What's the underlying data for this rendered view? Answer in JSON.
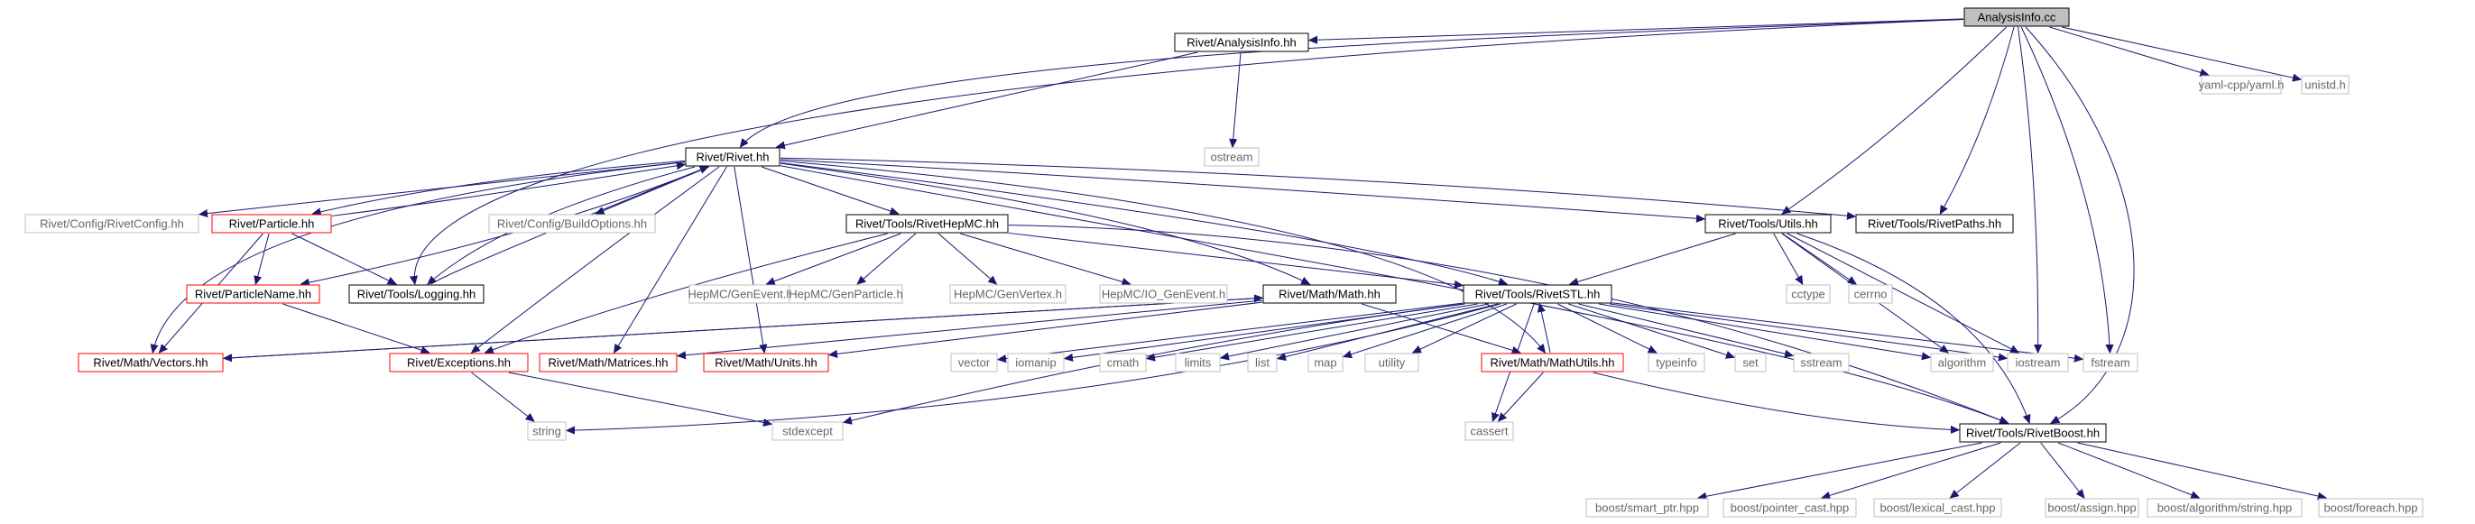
{
  "colors": {
    "edge": "#191970",
    "root_fill": "#bfbfbf",
    "border_documented": "#000000",
    "border_incomplete": "#ff0000",
    "border_external": "#bfbfbf",
    "text_normal": "#000000",
    "text_external": "#666666"
  },
  "nodes": [
    {
      "id": "n0",
      "label": "AnalysisInfo.cc",
      "style": "root"
    },
    {
      "id": "n1",
      "label": "Rivet/AnalysisInfo.hh",
      "style": "documented"
    },
    {
      "id": "n2",
      "label": "Rivet/Rivet.hh",
      "style": "documented"
    },
    {
      "id": "n3",
      "label": "Rivet/Config/RivetConfig.hh",
      "style": "external"
    },
    {
      "id": "n4",
      "label": "Rivet/Config/BuildOptions.hh",
      "style": "external"
    },
    {
      "id": "n5",
      "label": "Rivet/Tools/RivetSTL.hh",
      "style": "documented"
    },
    {
      "id": "n6",
      "label": "string",
      "style": "external"
    },
    {
      "id": "n7",
      "label": "vector",
      "style": "external"
    },
    {
      "id": "n8",
      "label": "set",
      "style": "external"
    },
    {
      "id": "n9",
      "label": "list",
      "style": "external"
    },
    {
      "id": "n10",
      "label": "map",
      "style": "external"
    },
    {
      "id": "n11",
      "label": "utility",
      "style": "external"
    },
    {
      "id": "n12",
      "label": "algorithm",
      "style": "external"
    },
    {
      "id": "n13",
      "label": "stdexcept",
      "style": "external"
    },
    {
      "id": "n14",
      "label": "cassert",
      "style": "external"
    },
    {
      "id": "n15",
      "label": "typeinfo",
      "style": "external"
    },
    {
      "id": "n16",
      "label": "iomanip",
      "style": "external"
    },
    {
      "id": "n17",
      "label": "cmath",
      "style": "external"
    },
    {
      "id": "n18",
      "label": "limits",
      "style": "external"
    },
    {
      "id": "n19",
      "label": "iostream",
      "style": "external"
    },
    {
      "id": "n20",
      "label": "sstream",
      "style": "external"
    },
    {
      "id": "n21",
      "label": "fstream",
      "style": "external"
    },
    {
      "id": "n22",
      "label": "Rivet/Tools/RivetBoost.hh",
      "style": "documented"
    },
    {
      "id": "n23",
      "label": "boost/smart_ptr.hpp",
      "style": "external"
    },
    {
      "id": "n24",
      "label": "boost/pointer_cast.hpp",
      "style": "external"
    },
    {
      "id": "n25",
      "label": "boost/lexical_cast.hpp",
      "style": "external"
    },
    {
      "id": "n26",
      "label": "boost/assign.hpp",
      "style": "external"
    },
    {
      "id": "n27",
      "label": "boost/algorithm/string.hpp",
      "style": "external"
    },
    {
      "id": "n28",
      "label": "boost/foreach.hpp",
      "style": "external"
    },
    {
      "id": "n29",
      "label": "Rivet/Tools/RivetHepMC.hh",
      "style": "documented"
    },
    {
      "id": "n30",
      "label": "HepMC/GenEvent.h",
      "style": "external"
    },
    {
      "id": "n31",
      "label": "HepMC/GenParticle.h",
      "style": "external"
    },
    {
      "id": "n32",
      "label": "HepMC/GenVertex.h",
      "style": "external"
    },
    {
      "id": "n33",
      "label": "HepMC/IO_GenEvent.h",
      "style": "external"
    },
    {
      "id": "n34",
      "label": "Rivet/Math/Math.hh",
      "style": "documented"
    },
    {
      "id": "n35",
      "label": "Rivet/Math/MathUtils.hh",
      "style": "incomplete"
    },
    {
      "id": "n36",
      "label": "Rivet/Math/Vectors.hh",
      "style": "incomplete"
    },
    {
      "id": "n37",
      "label": "Rivet/Math/Matrices.hh",
      "style": "incomplete"
    },
    {
      "id": "n38",
      "label": "Rivet/Math/Units.hh",
      "style": "incomplete"
    },
    {
      "id": "n39",
      "label": "Rivet/Tools/Logging.hh",
      "style": "documented"
    },
    {
      "id": "n40",
      "label": "Rivet/Exceptions.hh",
      "style": "incomplete"
    },
    {
      "id": "n41",
      "label": "Rivet/Tools/Utils.hh",
      "style": "documented"
    },
    {
      "id": "n42",
      "label": "cctype",
      "style": "external"
    },
    {
      "id": "n43",
      "label": "cerrno",
      "style": "external"
    },
    {
      "id": "n44",
      "label": "Rivet/Particle.hh",
      "style": "incomplete"
    },
    {
      "id": "n45",
      "label": "Rivet/ParticleName.hh",
      "style": "incomplete"
    },
    {
      "id": "n46",
      "label": "Rivet/Tools/RivetPaths.hh",
      "style": "documented"
    },
    {
      "id": "n47",
      "label": "ostream",
      "style": "external"
    },
    {
      "id": "n48",
      "label": "yaml-cpp/yaml.h",
      "style": "external"
    },
    {
      "id": "n49",
      "label": "unistd.h",
      "style": "external"
    }
  ],
  "edges": [
    [
      "n0",
      "n1"
    ],
    [
      "n0",
      "n2"
    ],
    [
      "n0",
      "n39"
    ],
    [
      "n0",
      "n41"
    ],
    [
      "n0",
      "n46"
    ],
    [
      "n0",
      "n19"
    ],
    [
      "n0",
      "n21"
    ],
    [
      "n0",
      "n22"
    ],
    [
      "n0",
      "n48"
    ],
    [
      "n0",
      "n49"
    ],
    [
      "n1",
      "n2"
    ],
    [
      "n1",
      "n47"
    ],
    [
      "n2",
      "n3"
    ],
    [
      "n2",
      "n4"
    ],
    [
      "n2",
      "n5"
    ],
    [
      "n2",
      "n22"
    ],
    [
      "n2",
      "n29"
    ],
    [
      "n2",
      "n34"
    ],
    [
      "n2",
      "n35"
    ],
    [
      "n2",
      "n36"
    ],
    [
      "n2",
      "n37"
    ],
    [
      "n2",
      "n38"
    ],
    [
      "n2",
      "n39"
    ],
    [
      "n2",
      "n40"
    ],
    [
      "n2",
      "n41"
    ],
    [
      "n2",
      "n44"
    ],
    [
      "n2",
      "n45"
    ],
    [
      "n2",
      "n46"
    ],
    [
      "n5",
      "n6"
    ],
    [
      "n5",
      "n7"
    ],
    [
      "n5",
      "n8"
    ],
    [
      "n5",
      "n9"
    ],
    [
      "n5",
      "n10"
    ],
    [
      "n5",
      "n11"
    ],
    [
      "n5",
      "n12"
    ],
    [
      "n5",
      "n13"
    ],
    [
      "n5",
      "n14"
    ],
    [
      "n5",
      "n15"
    ],
    [
      "n5",
      "n16"
    ],
    [
      "n5",
      "n17"
    ],
    [
      "n5",
      "n18"
    ],
    [
      "n5",
      "n19"
    ],
    [
      "n5",
      "n20"
    ],
    [
      "n5",
      "n21"
    ],
    [
      "n22",
      "n23"
    ],
    [
      "n22",
      "n24"
    ],
    [
      "n22",
      "n25"
    ],
    [
      "n22",
      "n26"
    ],
    [
      "n22",
      "n27"
    ],
    [
      "n22",
      "n28"
    ],
    [
      "n29",
      "n5"
    ],
    [
      "n29",
      "n22"
    ],
    [
      "n29",
      "n30"
    ],
    [
      "n29",
      "n31"
    ],
    [
      "n29",
      "n32"
    ],
    [
      "n29",
      "n33"
    ],
    [
      "n29",
      "n40"
    ],
    [
      "n34",
      "n35"
    ],
    [
      "n34",
      "n36"
    ],
    [
      "n34",
      "n37"
    ],
    [
      "n34",
      "n38"
    ],
    [
      "n35",
      "n5"
    ],
    [
      "n35",
      "n14"
    ],
    [
      "n35",
      "n22"
    ],
    [
      "n36",
      "n34"
    ],
    [
      "n39",
      "n2"
    ],
    [
      "n40",
      "n6"
    ],
    [
      "n40",
      "n13"
    ],
    [
      "n41",
      "n5"
    ],
    [
      "n41",
      "n22"
    ],
    [
      "n41",
      "n42"
    ],
    [
      "n41",
      "n43"
    ],
    [
      "n41",
      "n12"
    ],
    [
      "n41",
      "n19"
    ],
    [
      "n44",
      "n2"
    ],
    [
      "n44",
      "n36"
    ],
    [
      "n44",
      "n39"
    ],
    [
      "n44",
      "n45"
    ],
    [
      "n45",
      "n40"
    ]
  ]
}
